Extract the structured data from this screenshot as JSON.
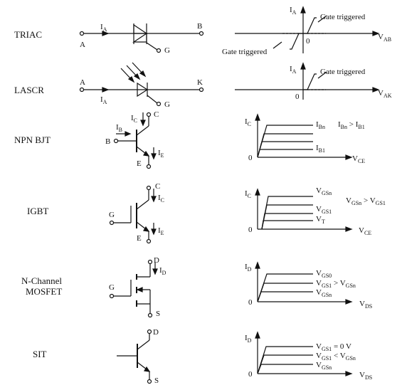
{
  "devices": [
    {
      "name": "TRIAC",
      "terminals": {
        "left": "A",
        "right": "B",
        "gate": "G"
      },
      "current": {
        "main": "I",
        "sub": "A"
      },
      "graph": {
        "y_axis": {
          "main": "I",
          "sub": "A"
        },
        "x_axis": {
          "main": "V",
          "sub": "AB"
        },
        "origin": "0",
        "annotations": [
          "Gate triggered",
          "Gate triggered"
        ]
      }
    },
    {
      "name": "LASCR",
      "terminals": {
        "left": "A",
        "right": "K",
        "gate": "G"
      },
      "current": {
        "main": "I",
        "sub": "A"
      },
      "graph": {
        "y_axis": {
          "main": "I",
          "sub": "A"
        },
        "x_axis": {
          "main": "V",
          "sub": "AK"
        },
        "origin": "0",
        "annotations": [
          "Gate triggered"
        ]
      }
    },
    {
      "name": "NPN BJT",
      "terminals": {
        "base": "B",
        "collector": "C",
        "emitter": "E"
      },
      "currents": [
        {
          "main": "I",
          "sub": "B"
        },
        {
          "main": "I",
          "sub": "C"
        },
        {
          "main": "I",
          "sub": "E"
        }
      ],
      "graph": {
        "y_axis": {
          "main": "I",
          "sub": "C"
        },
        "x_axis": {
          "main": "V",
          "sub": "CE"
        },
        "origin": "0",
        "curve_labels": [
          {
            "main": "I",
            "sub": "Bn"
          },
          {
            "main": "I",
            "sub": "B1"
          }
        ],
        "condition": {
          "left_main": "I",
          "left_sub": "Bn",
          "op": ">",
          "right_main": "I",
          "right_sub": "B1"
        }
      }
    },
    {
      "name": "IGBT",
      "terminals": {
        "gate": "G",
        "collector": "C",
        "emitter": "E"
      },
      "currents": [
        {
          "main": "I",
          "sub": "C"
        },
        {
          "main": "I",
          "sub": "E"
        }
      ],
      "graph": {
        "y_axis": {
          "main": "I",
          "sub": "C"
        },
        "x_axis": {
          "main": "V",
          "sub": "CE"
        },
        "origin": "0",
        "curve_labels": [
          {
            "main": "V",
            "sub": "GSn"
          },
          {
            "main": "V",
            "sub": "GS1"
          },
          {
            "main": "V",
            "sub": "T"
          }
        ],
        "condition": {
          "left_main": "V",
          "left_sub": "GSn",
          "op": ">",
          "right_main": "V",
          "right_sub": "GS1"
        }
      }
    },
    {
      "name_lines": [
        "N-Channel",
        "MOSFET"
      ],
      "terminals": {
        "gate": "G",
        "drain": "D",
        "source": "S"
      },
      "currents": [
        {
          "main": "I",
          "sub": "D"
        }
      ],
      "graph": {
        "y_axis": {
          "main": "I",
          "sub": "D"
        },
        "x_axis": {
          "main": "V",
          "sub": "DS"
        },
        "origin": "0",
        "curve_labels": [
          {
            "main": "V",
            "sub": "GS0"
          },
          {
            "main": "V",
            "sub": "GS1"
          },
          {
            "main": "V",
            "sub": "GSn"
          }
        ],
        "condition": {
          "op": ">",
          "right_main": "V",
          "right_sub": "GSn"
        }
      }
    },
    {
      "name": "SIT",
      "terminals": {
        "drain": "D",
        "source": "S"
      },
      "graph": {
        "y_axis": {
          "main": "I",
          "sub": "D"
        },
        "x_axis": {
          "main": "V",
          "sub": "DS"
        },
        "origin": "0",
        "curve_labels": [
          {
            "main": "V",
            "sub": "GS1"
          },
          {
            "main": "V",
            "sub": "GS1"
          },
          {
            "main": "V",
            "sub": "GSn"
          }
        ],
        "condition1": {
          "op": "= 0 V"
        },
        "condition2": {
          "op": "<",
          "right_main": "V",
          "right_sub": "GSn"
        }
      }
    }
  ]
}
